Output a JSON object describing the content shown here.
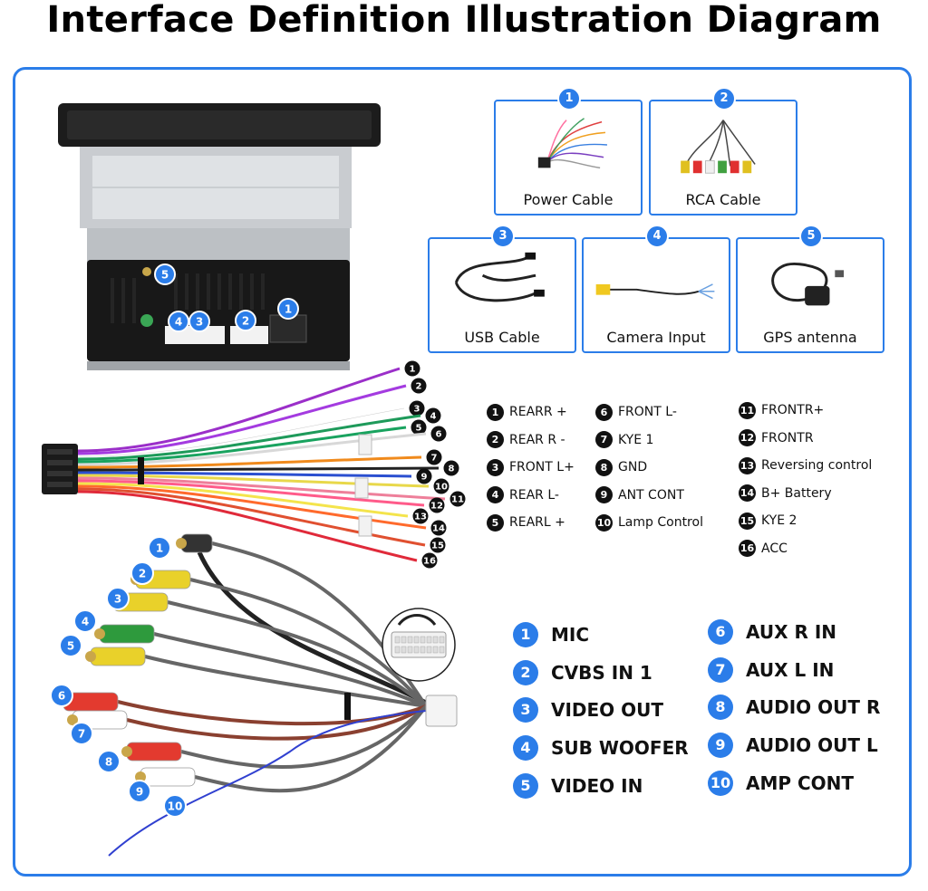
{
  "title": "Interface Definition Illustration Diagram",
  "head_unit_ports": [
    "5",
    "4",
    "3",
    "2",
    "1"
  ],
  "cables": [
    {
      "number": "1",
      "label": "Power Cable",
      "icon": "power-cable-icon"
    },
    {
      "number": "2",
      "label": "RCA Cable",
      "icon": "rca-cable-icon"
    },
    {
      "number": "3",
      "label": "USB Cable",
      "icon": "usb-cable-icon"
    },
    {
      "number": "4",
      "label": "Camera Input",
      "icon": "camera-input-icon"
    },
    {
      "number": "5",
      "label": "GPS antenna",
      "icon": "gps-antenna-icon"
    }
  ],
  "power_harness": {
    "pins": [
      {
        "number": "1",
        "label": "REARR +"
      },
      {
        "number": "2",
        "label": "REAR R -"
      },
      {
        "number": "3",
        "label": "FRONT L+"
      },
      {
        "number": "4",
        "label": "REAR L-"
      },
      {
        "number": "5",
        "label": "REARL +"
      },
      {
        "number": "6",
        "label": "FRONT L-"
      },
      {
        "number": "7",
        "label": "KYE 1"
      },
      {
        "number": "8",
        "label": "GND"
      },
      {
        "number": "9",
        "label": "ANT CONT"
      },
      {
        "number": "10",
        "label": "Lamp Control"
      },
      {
        "number": "11",
        "label": "FRONTR+"
      },
      {
        "number": "12",
        "label": "FRONTR"
      },
      {
        "number": "13",
        "label": "Reversing control"
      },
      {
        "number": "14",
        "label": "B+ Battery"
      },
      {
        "number": "15",
        "label": "KYE 2"
      },
      {
        "number": "16",
        "label": "ACC"
      }
    ],
    "wire_colors": [
      "#9b2fc9",
      "#a43be0",
      "#ffffff",
      "#1e9a5a",
      "#19a35f",
      "#d8d8d8",
      "#f08a1c",
      "#222222",
      "#2b4fd0",
      "#e8d84a",
      "#ee7f9a",
      "#ff5b8a",
      "#f4e44c",
      "#ff6a2c",
      "#e05030",
      "#e02a3a"
    ]
  },
  "rca_harness": {
    "items": [
      {
        "number": "1",
        "label": "MIC"
      },
      {
        "number": "2",
        "label": "CVBS IN 1"
      },
      {
        "number": "3",
        "label": "VIDEO OUT"
      },
      {
        "number": "4",
        "label": "SUB WOOFER"
      },
      {
        "number": "5",
        "label": "VIDEO IN"
      },
      {
        "number": "6",
        "label": "AUX R IN"
      },
      {
        "number": "7",
        "label": "AUX L IN"
      },
      {
        "number": "8",
        "label": "AUDIO OUT R"
      },
      {
        "number": "9",
        "label": "AUDIO OUT L"
      },
      {
        "number": "10",
        "label": "AMP CONT"
      }
    ]
  },
  "colors": {
    "accent": "#2b7de9",
    "badge_dark": "#111111"
  }
}
